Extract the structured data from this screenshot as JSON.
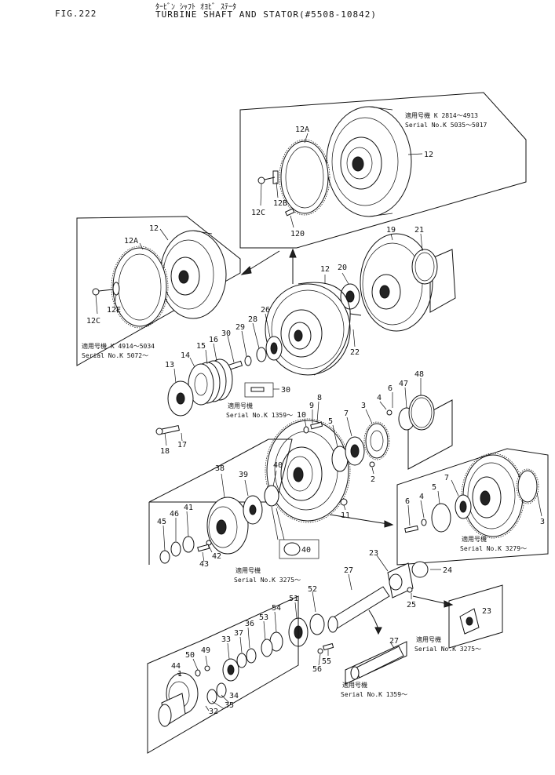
{
  "header": {
    "figure_number": "FIG.222",
    "kana_title": "ﾀｰﾋﾞﾝ ｼｬﾌﾄ ｵﾖﾋﾞ ｽﾃｰﾀ",
    "title": "TURBINE SHAFT AND STATOR(#5508-10842)"
  },
  "notes": {
    "top_box_jp": "適用号機  K 2814～4913",
    "top_box_en": "Serial No.K 5035～5017",
    "left_box_jp": "適用号機  K 4914～5034",
    "left_box_en": "Serial No.K 5072～",
    "part30_jp": "適用号機",
    "part30_en": "Serial No.K 1359～",
    "right_box_jp": "適用号機",
    "right_box_en": "Serial No.K 3279～",
    "part40_jp": "適用号機",
    "part40_en": "Serial No.K 3275～",
    "part23_jp": "適用号機",
    "part23_en": "Serial No.K 3275～",
    "part27_jp": "適用号機",
    "part27_en": "Serial No.K 1359～"
  },
  "callouts": {
    "top_12": "12",
    "top_12A": "12A",
    "top_12B": "12B",
    "top_12C": "12C",
    "top_120": "120",
    "left_12": "12",
    "left_12A": "12A",
    "left_12E": "12E",
    "left_12C": "12C",
    "c12": "12",
    "c19": "19",
    "c20": "20",
    "c21": "21",
    "c22": "22",
    "c26": "26",
    "c28": "28",
    "c29": "29",
    "c30a": "30",
    "c30b": "30",
    "c16": "16",
    "c15": "15",
    "c14": "14",
    "c13": "13",
    "c17": "17",
    "c18": "18",
    "c8": "8",
    "c9": "9",
    "c10": "10",
    "c7": "7",
    "c5": "5",
    "c3": "3",
    "c4": "4",
    "c6": "6",
    "c47": "47",
    "c48": "48",
    "c2": "2",
    "c11": "11",
    "c38": "38",
    "c39": "39",
    "c40a": "40",
    "c40b": "40",
    "c41": "41",
    "c46": "46",
    "c45": "45",
    "c42": "42",
    "c43": "43",
    "r7": "7",
    "r5": "5",
    "r4": "4",
    "r6": "6",
    "r3": "3",
    "c23a": "23",
    "c24": "24",
    "c25": "25",
    "c23b": "23",
    "c27a": "27",
    "c27b": "27",
    "c52": "52",
    "c51": "51",
    "c54": "54",
    "c53": "53",
    "c36": "36",
    "c37": "37",
    "c33": "33",
    "c55": "55",
    "c56": "56",
    "c50": "50",
    "c49": "49",
    "c44": "44",
    "c1": "1",
    "c34": "34",
    "c35": "35",
    "c32": "32"
  }
}
